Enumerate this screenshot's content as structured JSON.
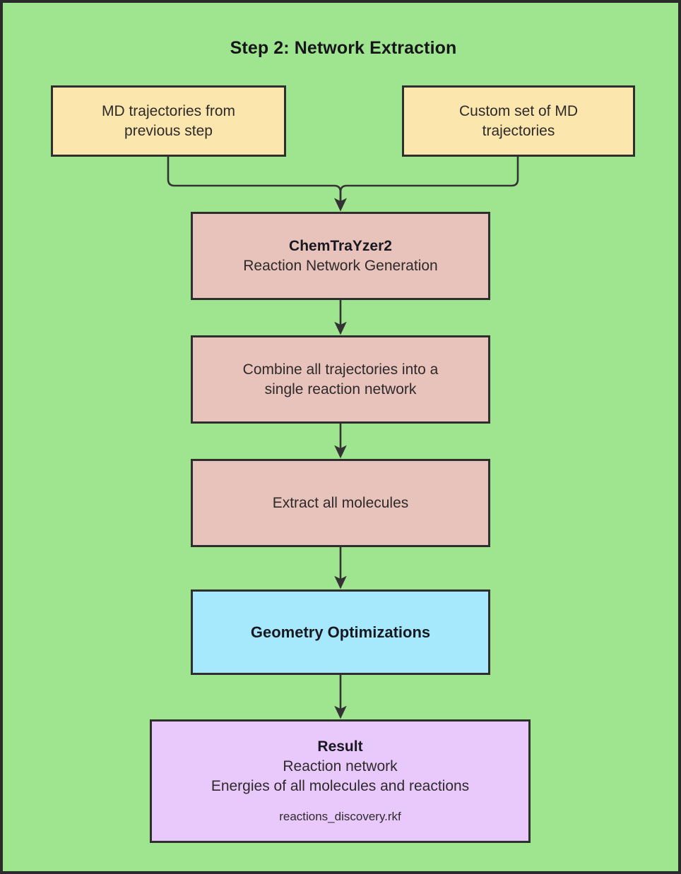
{
  "diagram": {
    "title": "Step 2: Network Extraction",
    "background_color": "#9fe58f",
    "border_color": "#2b2b2b",
    "nodes": [
      {
        "id": "md-previous",
        "fill": "#fbe6ae",
        "lines": [
          {
            "text": "MD trajectories from",
            "bold": false
          },
          {
            "text": "previous step",
            "bold": false
          }
        ]
      },
      {
        "id": "md-custom",
        "fill": "#fbe6ae",
        "lines": [
          {
            "text": "Custom set of MD",
            "bold": false
          },
          {
            "text": "trajectories",
            "bold": false
          }
        ]
      },
      {
        "id": "chemtrayzer2",
        "fill": "#e8c3bc",
        "lines": [
          {
            "text": "ChemTraYzer2",
            "bold": true
          },
          {
            "text": "Reaction Network Generation",
            "bold": false
          }
        ]
      },
      {
        "id": "combine",
        "fill": "#e8c3bc",
        "lines": [
          {
            "text": "Combine all trajectories into a",
            "bold": false
          },
          {
            "text": "single reaction network",
            "bold": false
          }
        ]
      },
      {
        "id": "extract",
        "fill": "#e8c3bc",
        "lines": [
          {
            "text": "Extract all molecules",
            "bold": false
          }
        ]
      },
      {
        "id": "geometry-optimizations",
        "fill": "#a6e9fd",
        "lines": [
          {
            "text": "Geometry Optimizations",
            "bold": true
          }
        ]
      },
      {
        "id": "result",
        "fill": "#e9c9fc",
        "lines": [
          {
            "text": "Result",
            "bold": true
          },
          {
            "text": "Reaction network",
            "bold": false
          },
          {
            "text": "Energies of all molecules and reactions",
            "bold": false
          },
          {
            "text": "reactions_discovery.rkf",
            "bold": false,
            "small": true
          }
        ]
      }
    ],
    "node_text": {
      "md_previous_l1": "MD trajectories from",
      "md_previous_l2": "previous step",
      "md_custom_l1": "Custom set of MD",
      "md_custom_l2": "trajectories",
      "ctz_l1": "ChemTraYzer2",
      "ctz_l2": "Reaction Network Generation",
      "combine_l1": "Combine all trajectories into a",
      "combine_l2": "single reaction network",
      "extract_l1": "Extract all molecules",
      "geoopt_l1": "Geometry Optimizations",
      "result_l1": "Result",
      "result_l2": "Reaction network",
      "result_l3": "Energies of all molecules and reactions",
      "result_l4": "reactions_discovery.rkf"
    },
    "edges": [
      {
        "from": "md-previous",
        "to": "chemtrayzer2",
        "style": "elbow-merge-arrow"
      },
      {
        "from": "md-custom",
        "to": "chemtrayzer2",
        "style": "elbow-merge-arrow"
      },
      {
        "from": "chemtrayzer2",
        "to": "combine",
        "style": "straight-arrow"
      },
      {
        "from": "combine",
        "to": "extract",
        "style": "straight-arrow"
      },
      {
        "from": "extract",
        "to": "geometry-optimizations",
        "style": "straight-arrow"
      },
      {
        "from": "geometry-optimizations",
        "to": "result",
        "style": "straight-arrow"
      }
    ],
    "edge_color": "#333333"
  }
}
